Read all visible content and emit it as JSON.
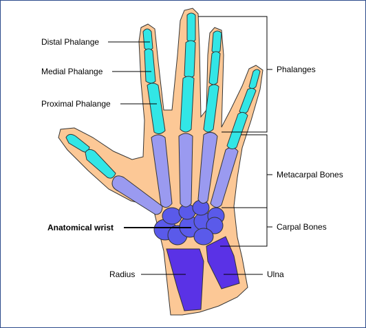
{
  "labels": {
    "distal_phalange": "Distal Phalange",
    "medial_phalange": "Medial Phalange",
    "proximal_phalange": "Proximal Phalange",
    "anatomical_wrist": "Anatomical wrist",
    "radius": "Radius",
    "phalanges": "Phalanges",
    "metacarpal_bones": "Metacarpal Bones",
    "carpal_bones": "Carpal Bones",
    "ulna": "Ulna"
  },
  "colors": {
    "skin": "#fcc896",
    "phalanges": "#32e6e6",
    "metacarpals": "#9a9af0",
    "carpals": "#5a5aea",
    "forearm": "#5a32e6",
    "frame": "#2b4a8a"
  }
}
